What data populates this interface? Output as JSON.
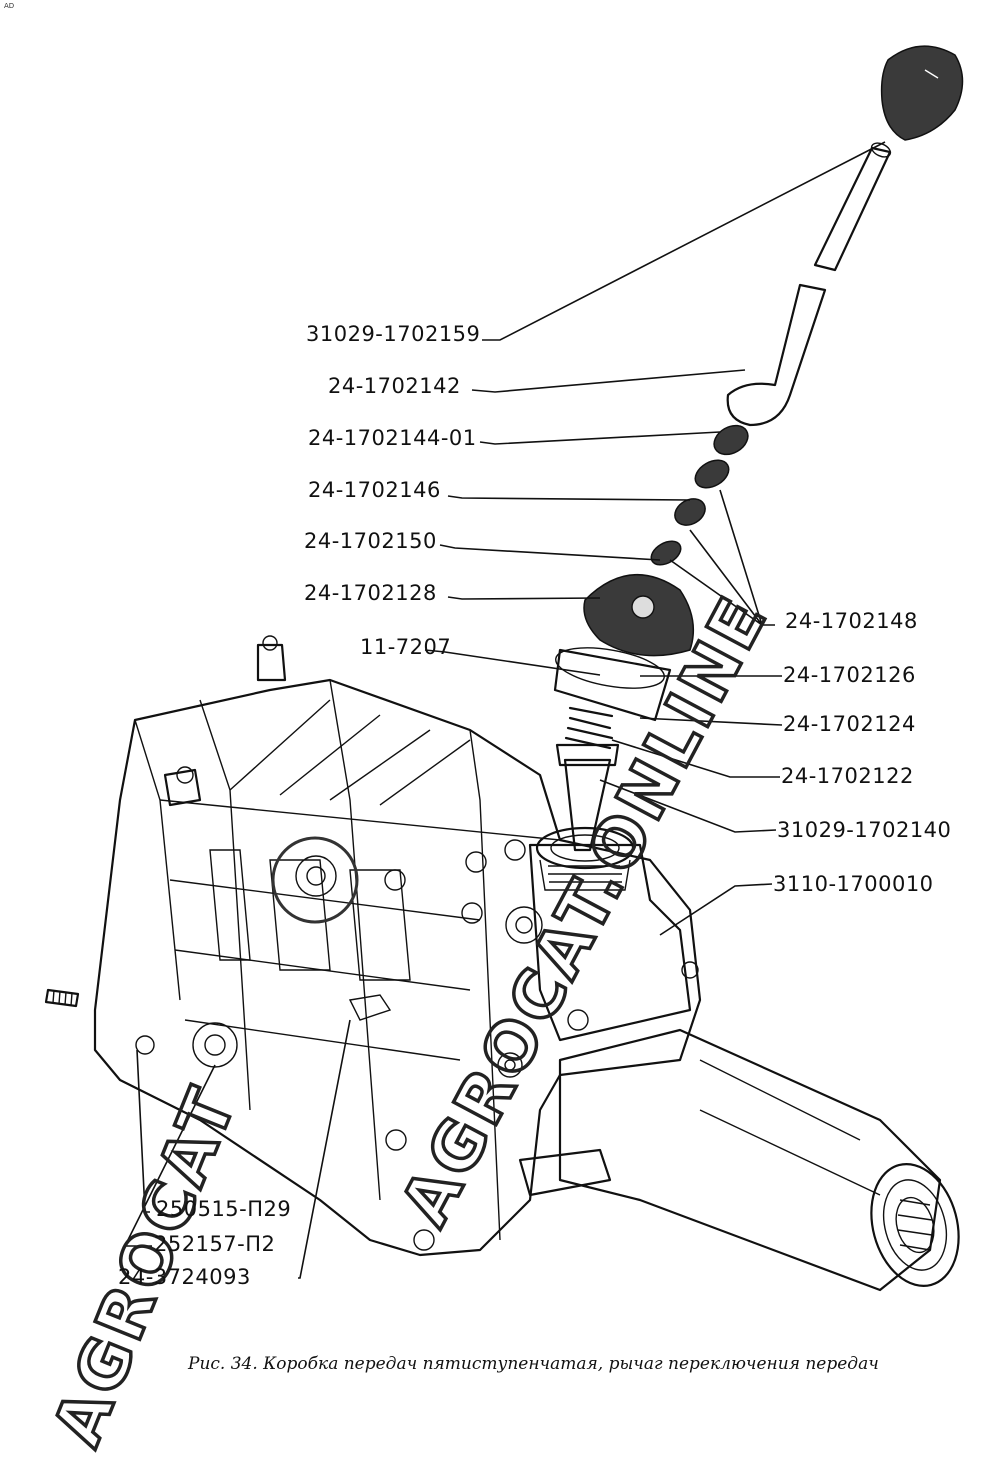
{
  "corner_mark": "AD",
  "watermark": {
    "line1": "AGROCAT",
    "line2": "AGROCAT.ONLINE"
  },
  "caption": "Рис. 34. Коробка передач пятиступенчатая, рычаг переключения передач",
  "callouts": [
    {
      "id": "knob",
      "label": "31029-1702159"
    },
    {
      "id": "boot-upper",
      "label": "24-1702142"
    },
    {
      "id": "nut",
      "label": "24-1702144-01"
    },
    {
      "id": "washer-a",
      "label": "24-1702146"
    },
    {
      "id": "washer-b",
      "label": "24-1702150"
    },
    {
      "id": "dust-cover",
      "label": "24-1702128"
    },
    {
      "id": "ring",
      "label": "11-7207"
    },
    {
      "id": "spacers",
      "label": "24-1702148"
    },
    {
      "id": "cup",
      "label": "24-1702126"
    },
    {
      "id": "spring-seat",
      "label": "24-1702124"
    },
    {
      "id": "spring",
      "label": "24-1702122"
    },
    {
      "id": "lever",
      "label": "31029-1702140"
    },
    {
      "id": "gearbox",
      "label": "3110-1700010"
    },
    {
      "id": "bolt",
      "label": "250515-П29"
    },
    {
      "id": "washer-c",
      "label": "252157-П2"
    },
    {
      "id": "sensor",
      "label": "24-3724093"
    }
  ]
}
